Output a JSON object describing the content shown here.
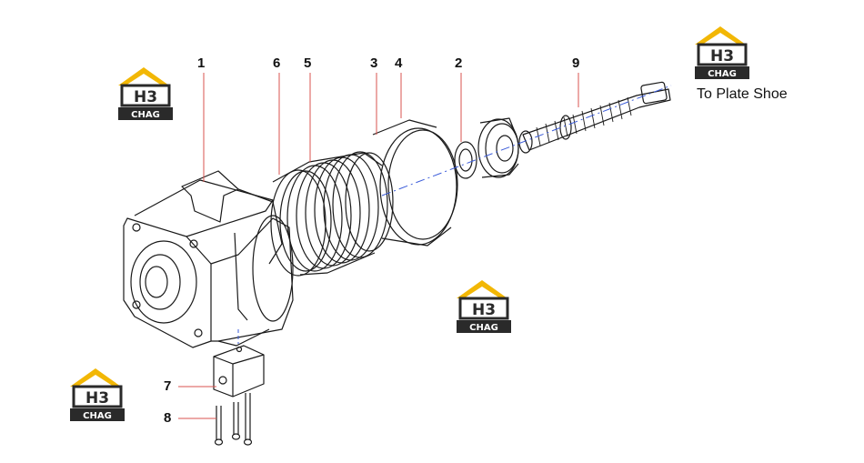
{
  "callouts": [
    {
      "id": "c1",
      "label": "1"
    },
    {
      "id": "c6",
      "label": "6"
    },
    {
      "id": "c5",
      "label": "5"
    },
    {
      "id": "c3",
      "label": "3"
    },
    {
      "id": "c4",
      "label": "4"
    },
    {
      "id": "c2",
      "label": "2"
    },
    {
      "id": "c9",
      "label": "9"
    },
    {
      "id": "c7",
      "label": "7"
    },
    {
      "id": "c8",
      "label": "8"
    }
  ],
  "caption": "To Plate Shoe",
  "logo": {
    "mark": "H3",
    "word": "CHAG",
    "colors": {
      "roof": "#f2b705",
      "dark": "#2a2a2a",
      "light": "#ffffff"
    }
  },
  "colors": {
    "leader": "#d9534f",
    "axis": "#3a5bd9",
    "line": "#1a1a1a"
  }
}
